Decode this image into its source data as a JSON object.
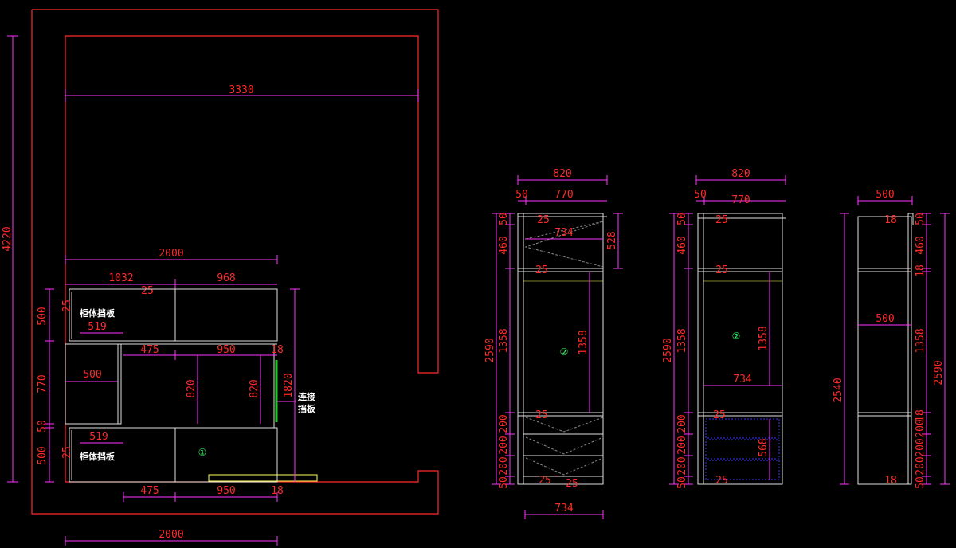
{
  "colors": {
    "background": "#000000",
    "wall": "#ff2a2a",
    "dimension": "#ff33ff",
    "text": "#ff2a2a",
    "panel": "#e0e0e0",
    "note": "#ffffff",
    "marker": "#33ff66",
    "accent_green": "#22cc22",
    "accent_yellow": "#ffff55",
    "drawer_blue": "#3333ff"
  },
  "plan": {
    "room_width": "3330",
    "room_depth": "4220",
    "overall_bottom": "2000",
    "cabinet_width": "2000",
    "left_width": "1032",
    "right_width": "968",
    "top_thk": "25",
    "side_thk_top": "25",
    "side_thk_bottom": "25",
    "upper_depth": "500",
    "mid_depth": "770",
    "gap": "50",
    "lower_depth": "500",
    "panel_w_top": "519",
    "panel_w_bottom": "519",
    "upper_inner": "500",
    "m475_top": "475",
    "m950_top": "950",
    "m18_top": "18",
    "m475_bottom": "475",
    "m950_bottom": "950",
    "m18_bottom": "18",
    "v820_a": "820",
    "v820_b": "820",
    "v1820": "1820",
    "label_panel_top": "柜体挡板",
    "label_panel_bottom": "柜体挡板",
    "label_connect_1": "连接",
    "label_connect_2": "挡板",
    "marker_1": "①"
  },
  "elev1": {
    "w820": "820",
    "w50": "50",
    "w770": "770",
    "h2590": "2590",
    "h50": "50",
    "h460": "460",
    "h1358": "1358",
    "h200a": "200",
    "h200b": "200",
    "h200c": "200",
    "h50b": "50",
    "h528": "528",
    "inner734": "734",
    "inner1358": "1358",
    "bottom734": "734",
    "t25a": "25",
    "t25b": "25",
    "t25c": "25",
    "t25d": "25",
    "t25e": "25",
    "marker_2": "②"
  },
  "elev2": {
    "w820": "820",
    "w50": "50",
    "w770": "770",
    "h2590": "2590",
    "h50": "50",
    "h460": "460",
    "h1358": "1358",
    "h200a": "200",
    "h200b": "200",
    "h200c": "200",
    "h50b": "50",
    "inner1358": "1358",
    "inner734": "734",
    "drawer568": "568",
    "t25a": "25",
    "t25b": "25",
    "t25c": "25",
    "t25d": "25",
    "marker_2": "②"
  },
  "elev3": {
    "w500": "500",
    "inner500": "500",
    "h2540": "2540",
    "r2590": "2590",
    "r50": "50",
    "r460": "460",
    "r18": "18",
    "r1358": "1358",
    "r200a": "200",
    "r200b": "200",
    "r200c": "200",
    "r50b": "50",
    "r18b": "18",
    "t18a": "18",
    "t18b": "18"
  }
}
